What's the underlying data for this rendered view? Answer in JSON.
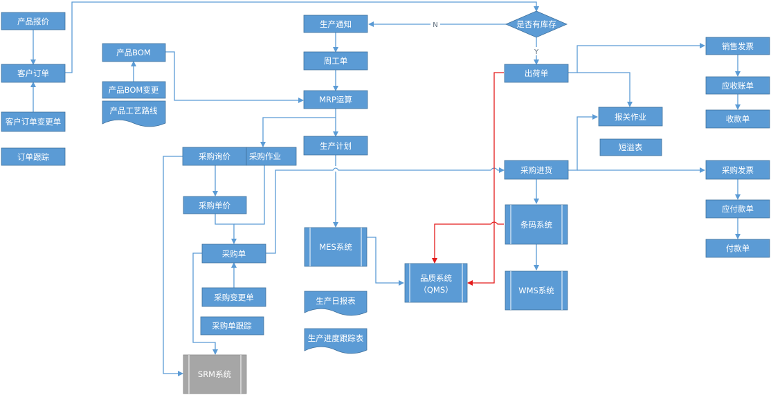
{
  "colors": {
    "node_fill": "#5b9bd5",
    "node_stroke": "#41719c",
    "connector": "#5b9bd5",
    "quality_connector": "#e31a1a",
    "srm_fill": "#a6a6a6",
    "text": "#ffffff"
  },
  "nodes": {
    "product_quote": "产品报价",
    "customer_order": "客户订单",
    "customer_order_change": "客户订单变更单",
    "order_tracking": "订单跟踪",
    "product_bom": "产品BOM",
    "product_bom_change": "产品BOM变更",
    "product_process_route": "产品工艺路线",
    "production_notice": "生产通知",
    "weekly_order": "周工单",
    "mrp": "MRP运算",
    "production_plan": "生产计划",
    "stock_decision": "是否有库存",
    "purchase_inquiry": "采购询价",
    "purchase_operation": "采购作业",
    "purchase_unit_price": "采购单价",
    "purchase_order": "采购单",
    "purchase_change": "采购变更单",
    "purchase_tracking": "采购单跟踪",
    "srm_system": "SRM系统",
    "mes_system": "MES系统",
    "daily_production_report": "生产日报表",
    "production_progress_report": "生产进度跟踪表",
    "qms_system_line1": "品质系统",
    "qms_system_line2": "（QMS）",
    "shipping_order": "出荷单",
    "customs_operation": "报关作业",
    "shortage_overage": "短溢表",
    "purchase_receipt": "采购进货",
    "barcode_system": "条码系统",
    "wms_system": "WMS系统",
    "sales_invoice": "销售发票",
    "receivable": "应收账单",
    "receipt": "收款单",
    "purchase_invoice": "采购发票",
    "payable": "应付款单",
    "payment": "付款单"
  },
  "edge_labels": {
    "no": "N",
    "yes": "Y"
  }
}
